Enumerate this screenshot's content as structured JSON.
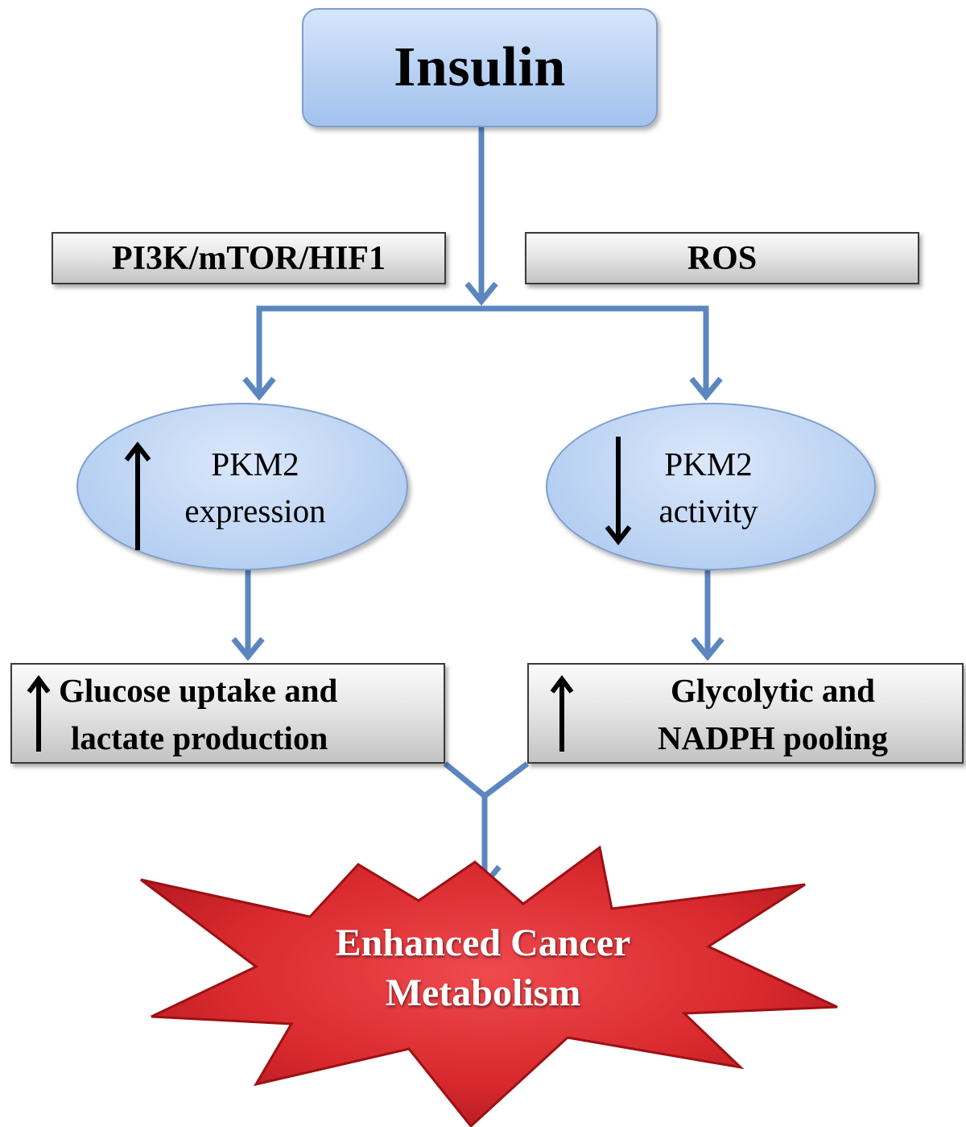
{
  "colors": {
    "connector": "#5b86c0",
    "star_fill": "#d8292e",
    "star_stroke": "#9c1115",
    "up_down_arrow": "#000000"
  },
  "nodes": {
    "insulin": "Insulin",
    "pathway": "PI3K/mTOR/HIF1",
    "ros": "ROS",
    "pkm2_expression": {
      "line1": "PKM2",
      "line2": "expression",
      "arrow": "up"
    },
    "pkm2_activity": {
      "line1": "PKM2",
      "line2": "activity",
      "arrow": "down"
    },
    "glucose": {
      "line1": "Glucose uptake and",
      "line2": "lactate production",
      "arrow": "up"
    },
    "glycolytic": {
      "line1": "Glycolytic and",
      "line2": "NADPH pooling",
      "arrow": "up"
    },
    "outcome": {
      "line1": "Enhanced Cancer",
      "line2": "Metabolism"
    }
  }
}
